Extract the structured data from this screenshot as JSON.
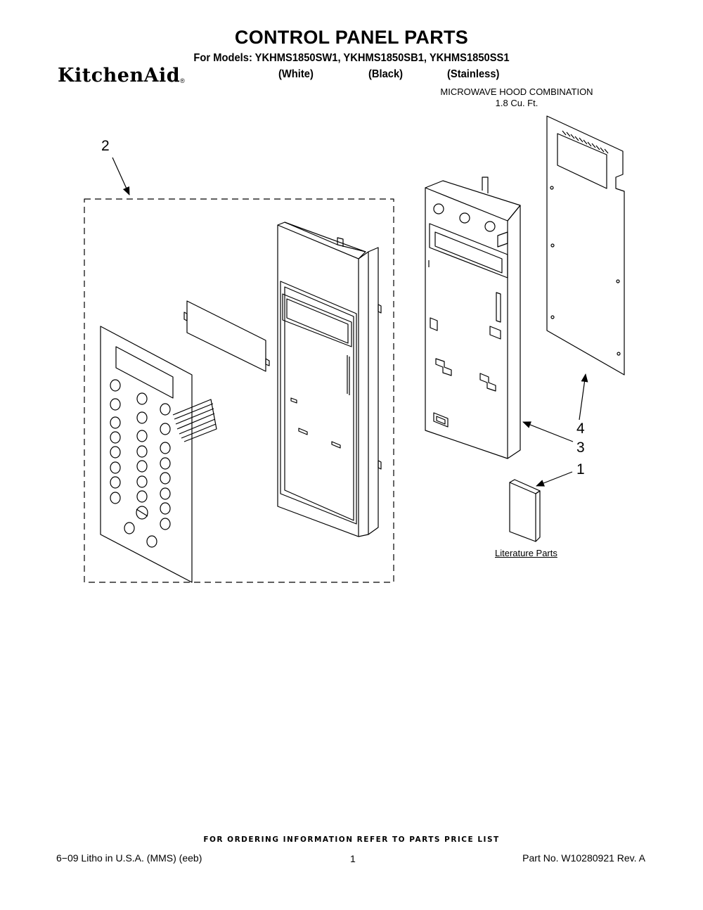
{
  "header": {
    "title": "CONTROL PANEL PARTS",
    "models": "For Models: YKHMS1850SW1, YKHMS1850SB1, YKHMS1850SS1",
    "brand": "KitchenAid",
    "brand_mark": "®",
    "variants": [
      "(White)",
      "(Black)",
      "(Stainless)"
    ],
    "product_line1": "MICROWAVE HOOD COMBINATION",
    "product_line2": "1.8 Cu. Ft."
  },
  "callouts": [
    "1",
    "2",
    "3",
    "4"
  ],
  "literature_label": "Literature Parts",
  "footer": {
    "ordering": "FOR ORDERING INFORMATION REFER TO PARTS PRICE LIST",
    "litho": "6−09 Litho in U.S.A. (MMS) (eeb)",
    "page": "1",
    "part_no": "Part No. W10280921 Rev. A"
  }
}
